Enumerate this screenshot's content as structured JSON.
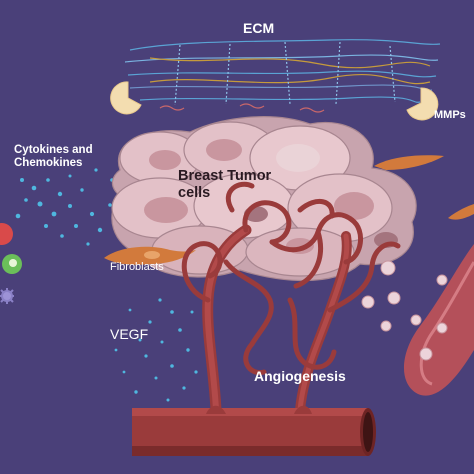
{
  "labels": {
    "ecm": "ECM",
    "mmps": "MMPs",
    "cytokines_line1": "Cytokines and",
    "cytokines_line2": "Chemokines",
    "tumor_line1": "Breast Tumor",
    "tumor_line2": "cells",
    "fibroblasts": "Fibroblasts",
    "vegf": "VEGF",
    "angiogenesis": "Angiogenesis"
  },
  "colors": {
    "background": "#4a4079",
    "tumor_cell": "#e3c1c8",
    "tumor_nucleus": "#c9969f",
    "vessel": "#9a3b3b",
    "vessel_dark": "#6e2424",
    "mmp": "#f3ddb0",
    "fibroblast": "#d27a3c",
    "ecm_fiber": "#5aa3d4",
    "vegf_dot": "#4fb7df"
  }
}
